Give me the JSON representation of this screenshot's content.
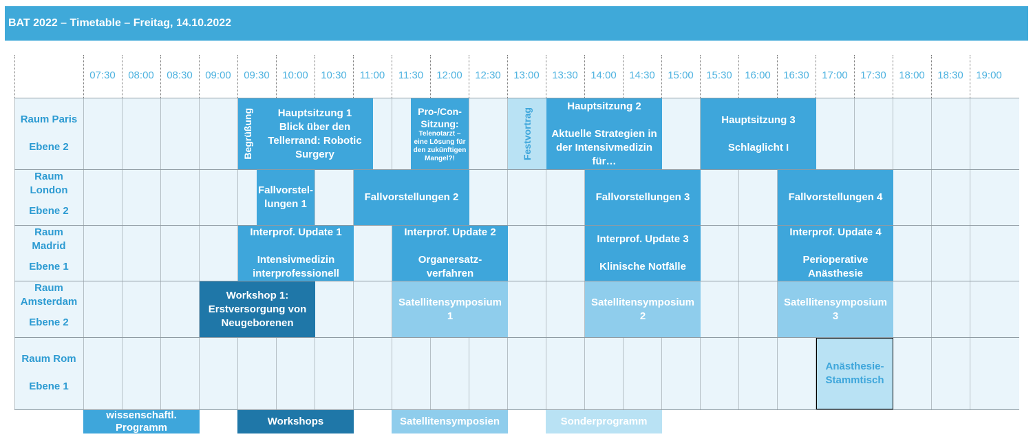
{
  "header": {
    "title": "BAT 2022 – Timetable – Freitag, 14.10.2022"
  },
  "times": [
    "07:30",
    "08:00",
    "08:30",
    "09:00",
    "09:30",
    "10:00",
    "10:30",
    "11:00",
    "11:30",
    "12:00",
    "12:30",
    "13:00",
    "13:30",
    "14:00",
    "14:30",
    "15:00",
    "15:30",
    "16:00",
    "16:30",
    "17:00",
    "17:30",
    "18:00",
    "18:30",
    "19:00"
  ],
  "rooms": [
    {
      "name": "Raum Paris",
      "level": "Ebene 2"
    },
    {
      "name": "Raum London",
      "level": "Ebene 2"
    },
    {
      "name": "Raum Madrid",
      "level": "Ebene 1"
    },
    {
      "name": "Raum Amsterdam",
      "level": "Ebene 2"
    },
    {
      "name": "Raum Rom",
      "level": "Ebene 1"
    }
  ],
  "events": {
    "paris_begruessung": "Begrüßung",
    "paris_hs1": "Hauptsitzung 1\nBlick über den Tellerrand: Robotic Surgery",
    "paris_procon_title": "Pro-/Con-Sitzung:",
    "paris_procon_sub": "Telenotarzt – eine Lösung für den zukünftigen Mangel?!",
    "paris_festvortrag": "Festvortrag",
    "paris_hs2": "Hauptsitzung 2\n\nAktuelle Strategien in der Intensivmedizin für…",
    "paris_hs3": "Hauptsitzung 3\n\nSchlaglicht I",
    "london_fv1": "Fallvorstel-lungen 1",
    "london_fv2": "Fallvorstellungen 2",
    "london_fv3": "Fallvorstellungen 3",
    "london_fv4": "Fallvorstellungen 4",
    "madrid_up1": "Interprof.  Update 1\n\nIntensivmedizin interprofessionell",
    "madrid_up2": "Interprof.  Update 2\n\nOrganersatz-verfahren",
    "madrid_up3": "Interprof.  Update 3\n\nKlinische Notfälle",
    "madrid_up4": "Interprof.  Update 4\n\nPerioperative Anästhesie",
    "ams_ws1": "Workshop 1: Erstversorgung von Neugeborenen",
    "ams_sat1": "Satellitensymposium 1",
    "ams_sat2": "Satellitensymposium 2",
    "ams_sat3": "Satellitensymposium 3",
    "rom_stamm": "Anästhesie-Stammtisch"
  },
  "legend": {
    "wiss": "wissenschaftl. Programm",
    "workshops": "Workshops",
    "satelliten": "Satellitensymposien",
    "sonder": "Sonderprogramm"
  },
  "colors": {
    "blue": "#3ea6db",
    "dark": "#1f77a8",
    "light": "#8fcdec",
    "pale": "#b9e2f4"
  }
}
